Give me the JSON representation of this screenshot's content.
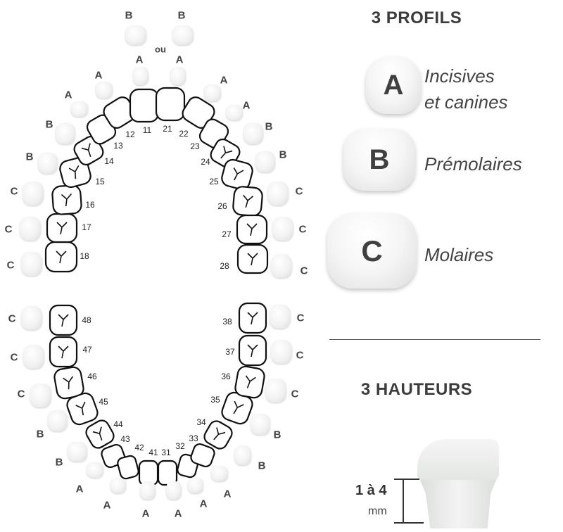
{
  "upper_arch": {
    "or_label": "ou",
    "teeth": [
      "18",
      "17",
      "16",
      "15",
      "14",
      "13",
      "12",
      "11",
      "21",
      "22",
      "23",
      "24",
      "25",
      "26",
      "27",
      "28"
    ],
    "caps": [
      "B",
      "B",
      "A",
      "A",
      "A",
      "A",
      "A",
      "A",
      "B",
      "B",
      "B",
      "B",
      "C",
      "C",
      "C",
      "C",
      "C",
      "C"
    ]
  },
  "lower_arch": {
    "teeth": [
      "48",
      "47",
      "46",
      "45",
      "44",
      "43",
      "42",
      "41",
      "31",
      "32",
      "33",
      "34",
      "35",
      "36",
      "37",
      "38"
    ],
    "caps": [
      "C",
      "C",
      "C",
      "C",
      "C",
      "C",
      "B",
      "B",
      "B",
      "B",
      "A",
      "A",
      "A",
      "A",
      "A",
      "A"
    ]
  },
  "profiles": {
    "title": "3 PROFILS",
    "items": [
      {
        "letter": "A",
        "label_line1": "Incisives",
        "label_line2": "et canines"
      },
      {
        "letter": "B",
        "label_line1": "Prémolaires"
      },
      {
        "letter": "C",
        "label_line1": "Molaires"
      }
    ]
  },
  "heights": {
    "title": "3 HAUTEURS",
    "range": "1 à 4",
    "unit": "mm"
  }
}
